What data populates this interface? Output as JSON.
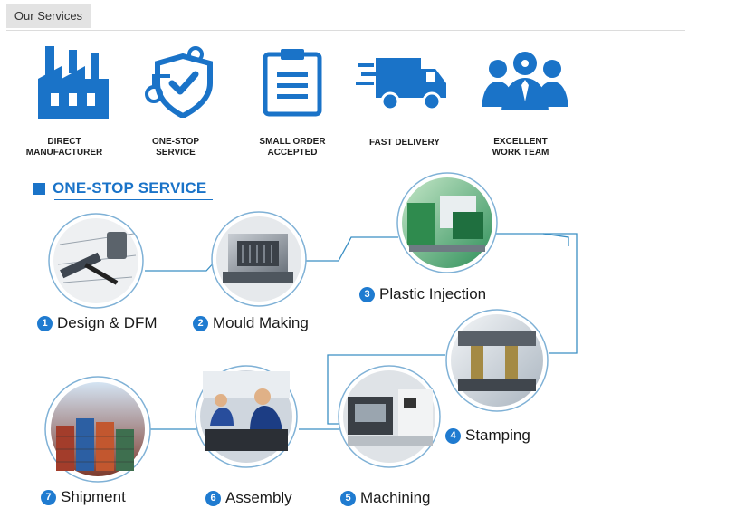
{
  "tab": {
    "label": "Our Services"
  },
  "colors": {
    "brand_blue": "#1a73c8",
    "line_blue": "#3b8fc4"
  },
  "features": [
    {
      "icon": "factory-icon",
      "label": "DIRECT\nMANUFACTURER"
    },
    {
      "icon": "shield-check-icon",
      "label": "ONE-STOP\nSERVICE"
    },
    {
      "icon": "clipboard-icon",
      "label": "SMALL ORDER\nACCEPTED"
    },
    {
      "icon": "delivery-truck-icon",
      "label": "FAST DELIVERY"
    },
    {
      "icon": "team-icon",
      "label": "EXCELLENT\nWORK TEAM"
    }
  ],
  "section": {
    "title": "ONE-STOP SERVICE"
  },
  "steps": [
    {
      "num": "1",
      "label": "Design & DFM",
      "photo": "design-photo"
    },
    {
      "num": "2",
      "label": "Mould Making",
      "photo": "mould-photo"
    },
    {
      "num": "3",
      "label": "Plastic Injection",
      "photo": "injection-photo"
    },
    {
      "num": "4",
      "label": "Stamping",
      "photo": "stamping-photo"
    },
    {
      "num": "5",
      "label": "Machining",
      "photo": "machining-photo"
    },
    {
      "num": "6",
      "label": "Assembly",
      "photo": "assembly-photo"
    },
    {
      "num": "7",
      "label": "Shipment",
      "photo": "shipment-photo"
    }
  ]
}
